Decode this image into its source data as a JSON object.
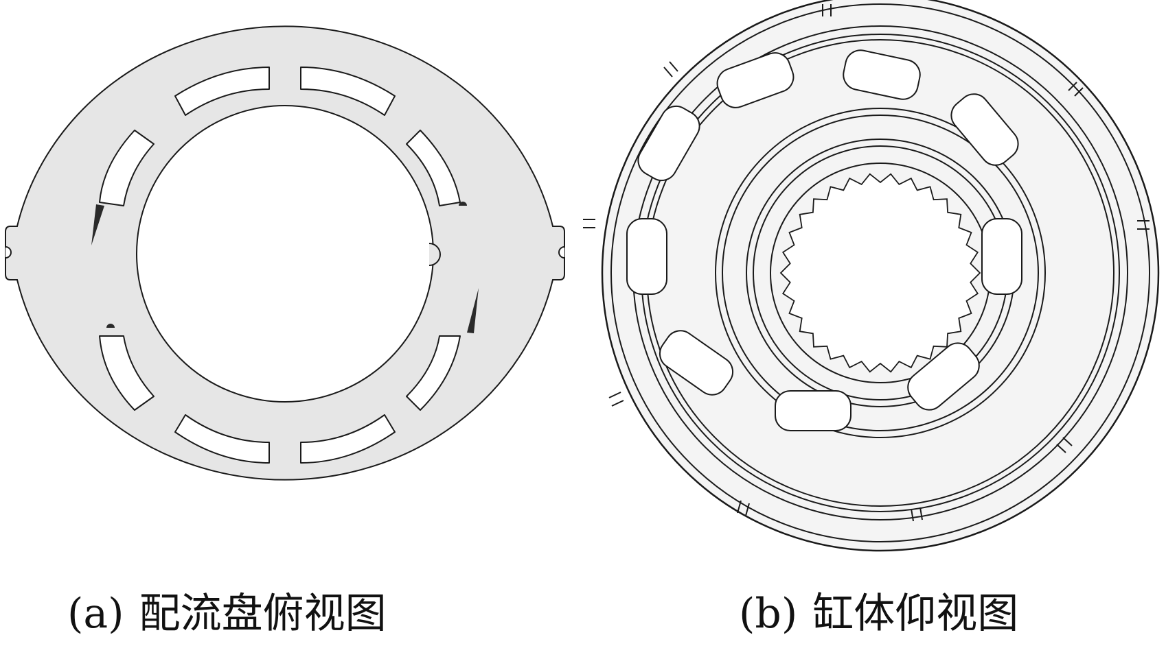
{
  "figure": {
    "panel_a": {
      "tag": "(a)",
      "title": "配流盘俯视图"
    },
    "panel_b": {
      "tag": "(b)",
      "title": "缸体仰视图"
    }
  },
  "colors": {
    "plate_fill": "#e6e6e6",
    "outline": "#1a1a1a",
    "cylinder_fill": "#f4f4f4",
    "hole_fill": "#ffffff",
    "notch_dark": "#2a2a2a"
  }
}
